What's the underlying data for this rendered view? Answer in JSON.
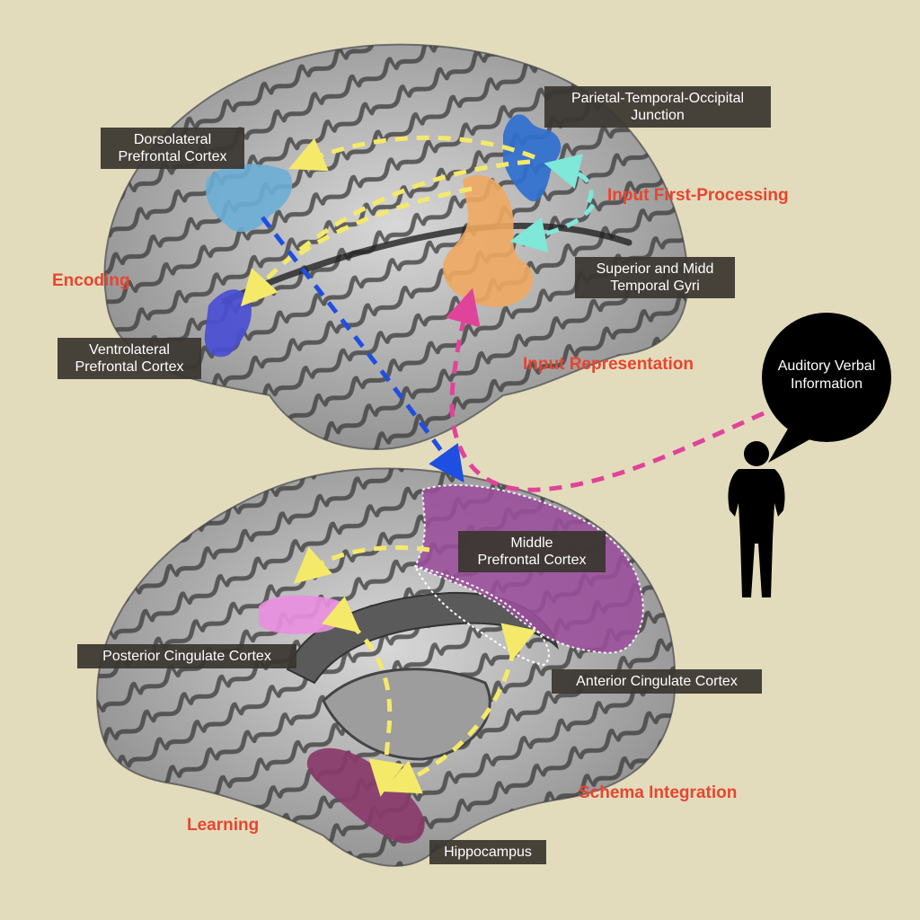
{
  "labels": {
    "dlpfc": "Dorsolateral\nPrefrontal Cortex",
    "ptoj": "Parietal-Temporal-Occipital\nJunction",
    "vlpfc": "Ventrolateral\nPrefrontal Cortex",
    "smtg": "Superior and Midd\nTemporal Gyri",
    "mpfc": "Middle\nPrefrontal Cortex",
    "pcc": "Posterior Cingulate Cortex",
    "acc": "Anterior Cingulate Cortex",
    "hippocampus": "Hippocampus"
  },
  "processes": {
    "input_first_processing": "Input First-Processing",
    "encoding": "Encoding",
    "input_representation": "Input Representation",
    "schema_integration": "Schema Integration",
    "learning": "Learning"
  },
  "speech_bubble": "Auditory Verbal\nInformation",
  "colors": {
    "background": "#e3dcbc",
    "brain": "#b8b8b8",
    "dlpfc": "#6aaed6",
    "ptoj": "#2f6fcf",
    "vlpfc": "#4a4ed2",
    "smtg": "#f0a860",
    "mpfc": "#9b4f9c",
    "pcc": "#e88fe0",
    "hippocampus": "#8a3a6a",
    "arrow_yellow": "#f5e96a",
    "arrow_blue": "#1f4fe0",
    "arrow_cyan": "#7fe8d8",
    "arrow_pink": "#e0449a",
    "process_text": "#e8452f"
  }
}
